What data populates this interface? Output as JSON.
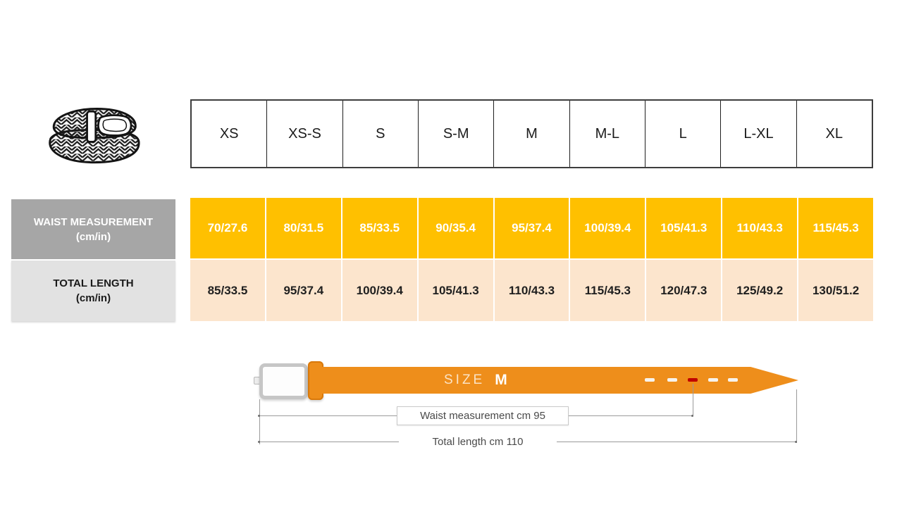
{
  "size_chart": {
    "sizes": [
      "XS",
      "XS-S",
      "S",
      "S-M",
      "M",
      "M-L",
      "L",
      "L-XL",
      "XL"
    ],
    "rows": [
      {
        "label_line1": "WAIST MEASUREMENT",
        "label_line2": "(cm/in)",
        "values": [
          "70/27.6",
          "80/31.5",
          "85/33.5",
          "90/35.4",
          "95/37.4",
          "100/39.4",
          "105/41.3",
          "110/43.3",
          "115/45.3"
        ]
      },
      {
        "label_line1": "TOTAL LENGTH",
        "label_line2": "(cm/in)",
        "values": [
          "85/33.5",
          "95/37.4",
          "100/39.4",
          "105/41.3",
          "110/43.3",
          "115/45.3",
          "120/47.3",
          "125/49.2",
          "130/51.2"
        ]
      }
    ]
  },
  "diagram": {
    "size_label": "SIZE",
    "size_value": "M",
    "waist_callout": "Waist measurement cm 95",
    "total_callout": "Total length cm 110"
  },
  "icons": {
    "belt_icon": "braided-belt-illustration"
  },
  "colors": {
    "waist_cell_bg": "#FFC000",
    "waist_cell_text": "#FFFFFF",
    "length_cell_bg": "#FCE5CD",
    "length_cell_text": "#1F1F1F",
    "waist_label_bg": "#A6A6A6",
    "length_label_bg": "#E2E2E2",
    "belt_orange": "#EE8E1B",
    "marked_hole_red": "#C00000"
  }
}
